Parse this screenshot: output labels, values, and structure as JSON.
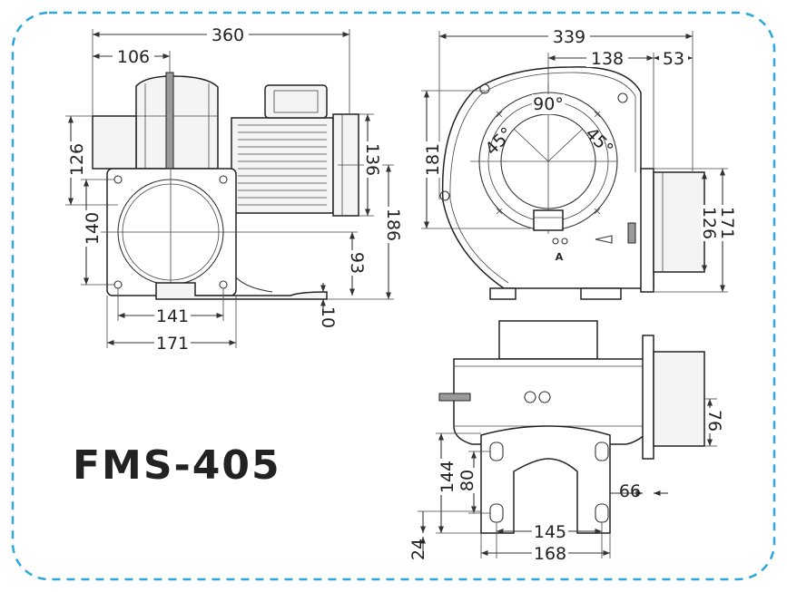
{
  "model": "FMS-405",
  "border_color": "#2aa7dc",
  "front_view": {
    "dims": {
      "overall_width": "360",
      "inlet_offset": "106",
      "height_upper": "126",
      "height_flange": "140",
      "height_motor": "136",
      "height_total": "186",
      "center_height": "93",
      "base_thickness": "10",
      "flange_inner": "141",
      "flange_outer": "171"
    }
  },
  "side_view": {
    "dims": {
      "overall_width": "339",
      "offset_138": "138",
      "offset_53": "53",
      "height": "181",
      "outlet_inner": "126",
      "outlet_outer": "171",
      "angle_top": "90°",
      "angle_left": "45°",
      "angle_right": "45°",
      "arrow_label": "A"
    }
  },
  "bottom_view": {
    "dims": {
      "mount_height": "144",
      "slot_spacing": "80",
      "base_offset": "24",
      "outlet_height": "76",
      "flange_offset": "66",
      "hole_spacing": "145",
      "base_width": "168"
    }
  }
}
